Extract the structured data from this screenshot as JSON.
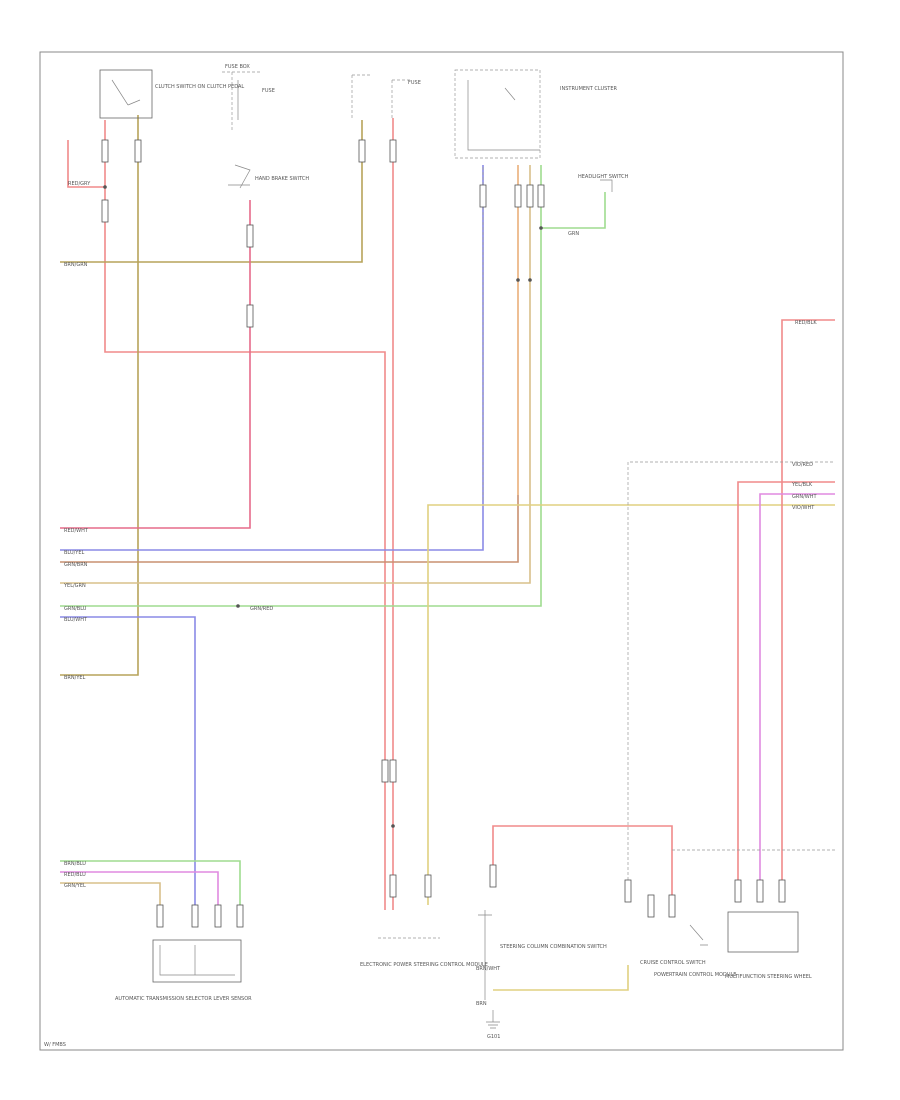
{
  "diagram": {
    "footer": "W/ FMBS",
    "wire_labels": [
      "RED/GRY",
      "BRN/GRN",
      "RED/WHT",
      "BLU/YEL",
      "GRN/BRN",
      "YEL/GRN",
      "GRN/BLU",
      "BLU/WHT",
      "BRN/YEL",
      "GRN",
      "RED/BLK",
      "GRN/RED",
      "YEL/BLK",
      "GRN/WHT",
      "VIO/WHT",
      "BRN/BLU",
      "RED/BLU",
      "GRN/YEL",
      "VIO/RED",
      "BRN/WHT",
      "BRN"
    ],
    "components": [
      "CLUTCH SWITCH ON CLUTCH PEDAL",
      "FUSE BOX",
      "FUSE",
      "FUSE",
      "INSTRUMENT CLUSTER",
      "HAND BRAKE SWITCH",
      "HEADLIGHT SWITCH",
      "AUTOMATIC TRANSMISSION SELECTOR LEVER SENSOR",
      "ELECTRONIC POWER STEERING CONTROL MODULE",
      "STEERING COLUMN COMBINATION SWITCH",
      "G101",
      "POWERTRAIN CONTROL MODULE",
      "CRUISE CONTROL SWITCH",
      "MULTIFUNCTION STEERING WHEEL"
    ]
  }
}
